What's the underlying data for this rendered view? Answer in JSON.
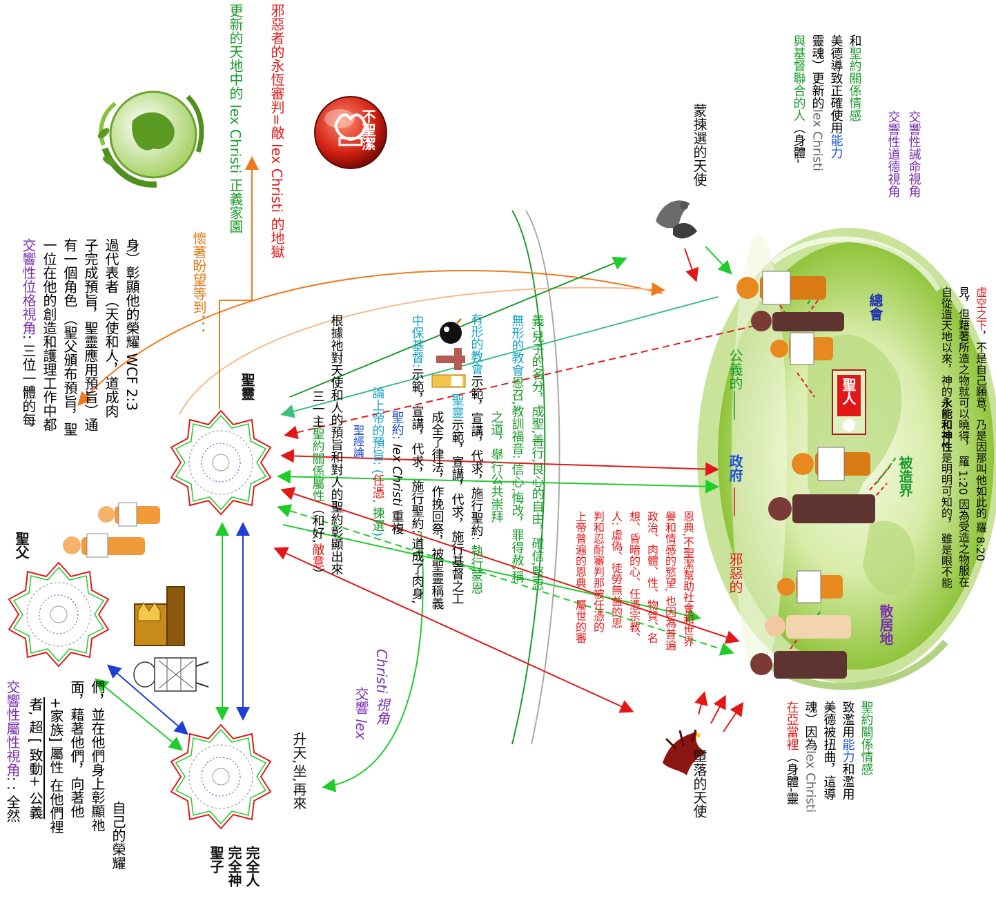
{
  "colors": {
    "purple": "#7a2fb0",
    "green": "#1a9b2b",
    "red": "#e21818",
    "blue": "#1d4fd6",
    "cyan": "#1aa3c9",
    "orange": "#e07a18",
    "world_green": "#8fc43a"
  },
  "icons": [
    "earth-globe-icon",
    "unholy-badge-icon",
    "angel-icon",
    "dragon-icon",
    "throne-icon",
    "knight-icon",
    "cross-icon",
    "bomb-icon",
    "star-mandala-icon",
    "person-icon"
  ],
  "left_panel": {
    "father_label": "聖父",
    "son_label": [
      "聖子",
      "完全神",
      "完全人"
    ],
    "spirit_label": "聖靈",
    "ascension_label": "升天,坐,再來",
    "attribute_view_title": "交響性屬性視角",
    "attribute_view_body": [
      ": : 全然",
      "者, 超 [ 致動+ 公義",
      "+家族] 屬性 在他們裡",
      "面，藉著他們，向著他",
      "們，並在他們身上彰顯祂",
      "自己的榮耀"
    ],
    "person_view_title": "交響性位格視角",
    "person_view_body": [
      ": 三位一體的每",
      "一位在他的創造和護理工作中都",
      "有一個角色 （聖父頒布預旨，聖",
      "子完成預旨，聖靈應用預旨）通",
      "過代表者（天使和人，道成肉",
      "身）彰顯他的榮耀 WCF 2:3"
    ]
  },
  "center": {
    "covenant_line1_a": "三一主",
    "covenant_line1_b": "聖約關係屬性",
    "covenant_line1_c": "（和好,",
    "covenant_line1_d": "敵意",
    "covenant_line1_e": "）",
    "covenant_line2": "根據祂對天使和人的預旨和對人的聖約彰顯出來",
    "scripture_view": "聖經論",
    "predestination_a": "論上帝的預旨: (",
    "predestination_b": "任憑",
    "predestination_c": ", ",
    "predestination_d": "揀選",
    "predestination_e": ")",
    "covenant_a": "聖約:",
    "covenant_b": " lex Christi ",
    "covenant_c": "重複",
    "mediator_a": "中保基督:",
    "mediator_b": "示範，宣講，代求，施行聖約: 道成了肉身,",
    "mediator_c": "成全了律法，作挽回祭，被聖靈稱義",
    "spirit_a": "聖靈",
    "spirit_b": "示範，宣講，代求，施行基督之工",
    "church_a": "有形的教會",
    "church_b": "示範，宣講，代求，施行聖約: ",
    "church_c": "執行蒙恩",
    "church_d": "之道，舉行公共崇拜",
    "invisible_a": "無形的教會",
    "invisible_b": "恩召,教訓福音: 信心,悔改，罪得赦,稱",
    "invisible_c": "義,兒子的名分，成聖,善行,良心的自由，確信,堅忍",
    "lex_view_a": "交響 ",
    "lex_view_b": "lex",
    "lex_view_c": "Christi 視角",
    "hope_label": "懷著盼望等到．．．",
    "new_heaven": "更新的天地中的 lex Christi 正義家園",
    "hell": "邪惡者的永恆審判=敵 lex Christi 的地獄",
    "unholy_badge": "不聖潔",
    "grace_text": [
      "上帝普遍的恩典、屬世的審",
      "判和忍耐審判那被任憑的",
      "人: 虛偽、徒勞無益的思",
      "想、昏暗的心、任憑宗教、",
      "政治、肉體、性、物質、名",
      "譽和情感的慾望, 也因為普遍",
      "恩典,不聖潔幫助社會和世界"
    ],
    "evil_label": "邪惡的",
    "gov_label": "政府",
    "righteous_label": "公義的",
    "dashes": "--------"
  },
  "right_panel": {
    "elect_angel": "蒙揀選的天使",
    "fallen_angel": "墮落的天使",
    "creation_label": "被造界",
    "diaspora_label": "散居地",
    "assembly_label": "總會",
    "holy_person_label": "聖人",
    "union_a": "與基督聯合的人",
    "union_b": "（身體-",
    "union_c": "靈魂）更新的",
    "union_d": "lex Christi",
    "union_e": "美德導致正確使用",
    "union_f": "能力",
    "union_g": "和",
    "union_h": "聖約關係情感",
    "moral_view": "交響性道德視角",
    "commandment_view": "交響性誡命視角",
    "adam_a": "在亞當裡",
    "adam_b": "（身體-靈",
    "adam_c": "魂）因為",
    "adam_d": "lex Christi",
    "adam_e": "美德被扭曲，這導",
    "adam_f": "致濫用",
    "adam_g": "能力",
    "adam_h": "和濫用",
    "adam_i": "聖約關係情感",
    "romans_a": "自從造天地以來，神的",
    "romans_b": "永能和神性",
    "romans_c": "是明明可知的， 雖是眼不能",
    "romans_d": "見，但藉著所造之物就可以曉得，  羅 1:20 因為受造之物服在",
    "romans_e": "虛空之下",
    "romans_f": "，不是自己願意，乃是因那叫他如此的   羅 8:20"
  }
}
